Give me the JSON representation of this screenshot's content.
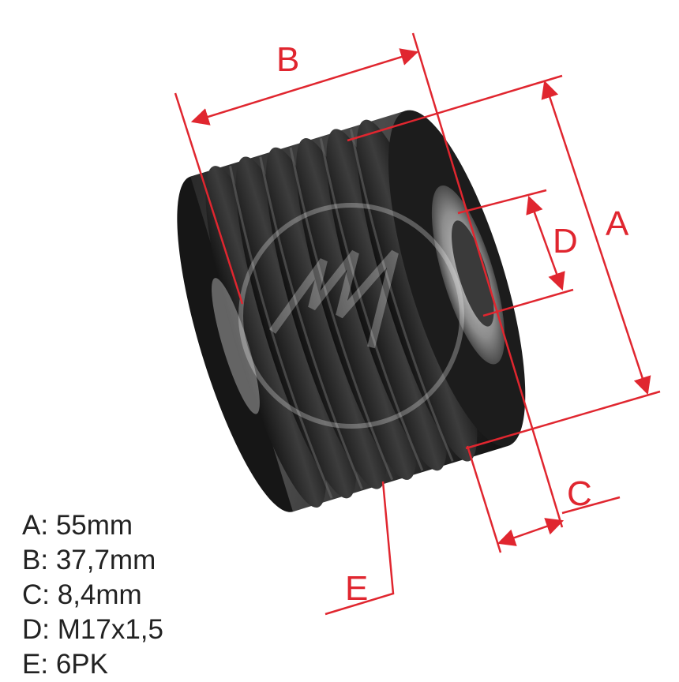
{
  "colors": {
    "dimension": "#e0262f",
    "pulley_dark": "#1c1c1c",
    "pulley_light": "#5a5a5a",
    "text": "#222222"
  },
  "callouts": {
    "a": "A",
    "b": "B",
    "c": "C",
    "d": "D",
    "e": "E"
  },
  "specs": [
    {
      "letter": "A",
      "value": "55mm"
    },
    {
      "letter": "B",
      "value": "37,7mm"
    },
    {
      "letter": "C",
      "value": "8,4mm"
    },
    {
      "letter": "D",
      "value": "M17x1,5"
    },
    {
      "letter": "E",
      "value": "6PK"
    }
  ]
}
